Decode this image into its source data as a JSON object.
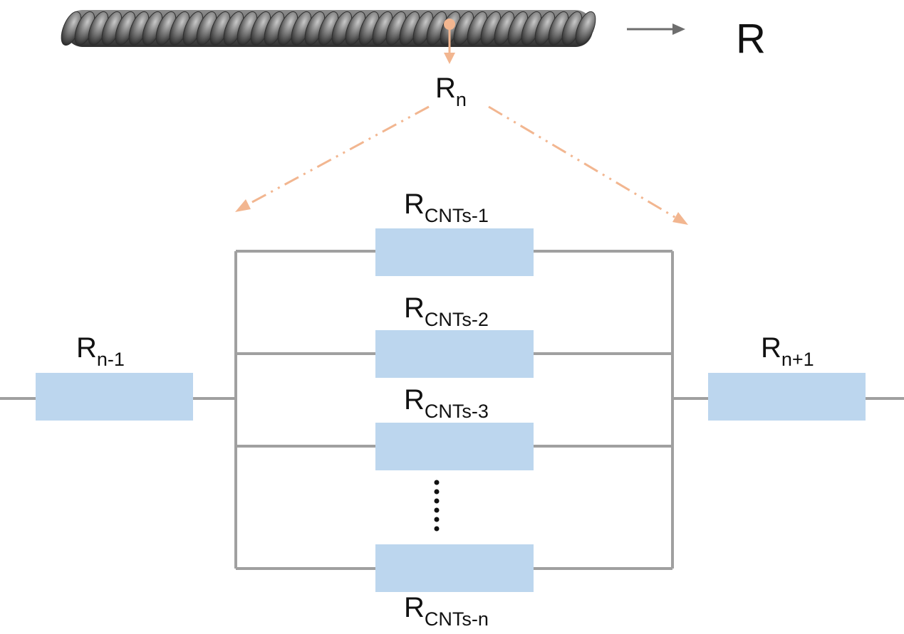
{
  "diagram": {
    "output_label": "R",
    "local_resistor": {
      "base": "R",
      "sub": "n"
    },
    "series_resistors": [
      {
        "base": "R",
        "sub": "n-1"
      },
      {
        "base": "R",
        "sub": "n+1"
      }
    ],
    "parallel_resistors": [
      {
        "base": "R",
        "sub": "CNTs-1"
      },
      {
        "base": "R",
        "sub": "CNTs-2"
      },
      {
        "base": "R",
        "sub": "CNTs-3"
      },
      {
        "base": "R",
        "sub": "CNTs-n"
      }
    ],
    "ellipsis": "⋮",
    "colors": {
      "resistor_fill": "#bcd6ee",
      "wire": "#a0a0a0",
      "accent_arrow": "#f2b690",
      "fiber_dark": "#3a3a3a",
      "fiber_light": "#9a9a9a",
      "text": "#111111"
    }
  }
}
